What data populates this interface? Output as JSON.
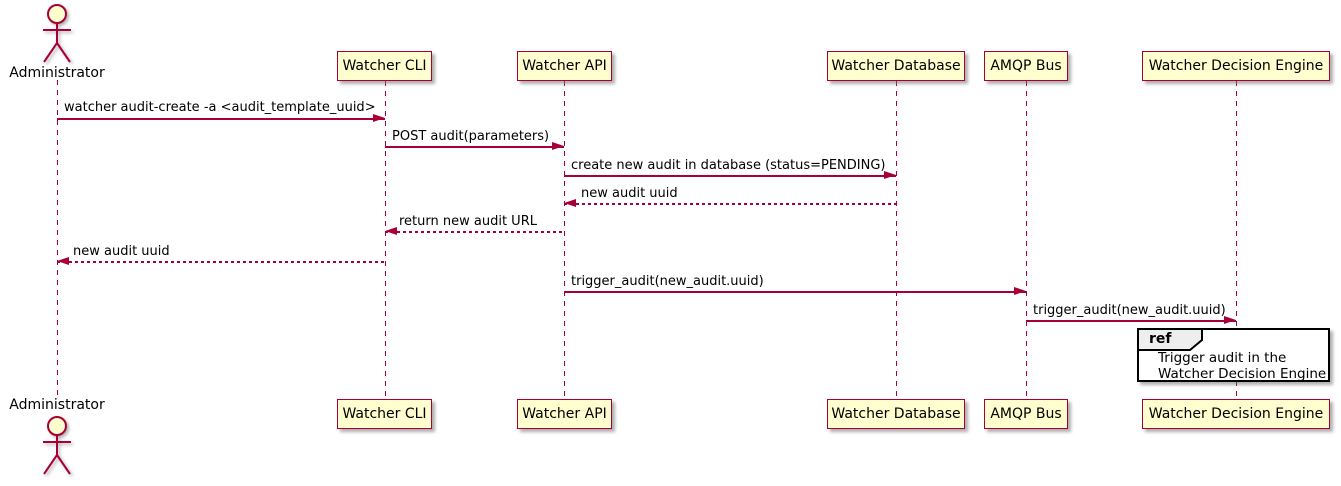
{
  "diagram": {
    "type": "sequence",
    "actor": {
      "name": "Administrator"
    },
    "participants": [
      {
        "name": "Watcher CLI"
      },
      {
        "name": "Watcher API"
      },
      {
        "name": "Watcher Database"
      },
      {
        "name": "AMQP Bus"
      },
      {
        "name": "Watcher Decision Engine"
      }
    ],
    "messages": [
      {
        "from": "Administrator",
        "to": "Watcher CLI",
        "label": "watcher audit-create -a <audit_template_uuid>",
        "style": "solid"
      },
      {
        "from": "Watcher CLI",
        "to": "Watcher API",
        "label": "POST audit(parameters)",
        "style": "solid"
      },
      {
        "from": "Watcher API",
        "to": "Watcher Database",
        "label": "create new audit in database (status=PENDING)",
        "style": "solid"
      },
      {
        "from": "Watcher Database",
        "to": "Watcher API",
        "label": "new audit uuid",
        "style": "dashed"
      },
      {
        "from": "Watcher API",
        "to": "Watcher CLI",
        "label": "return new audit URL",
        "style": "dashed"
      },
      {
        "from": "Watcher CLI",
        "to": "Administrator",
        "label": "new audit uuid",
        "style": "dashed"
      },
      {
        "from": "Watcher API",
        "to": "AMQP Bus",
        "label": "trigger_audit(new_audit.uuid)",
        "style": "solid"
      },
      {
        "from": "AMQP Bus",
        "to": "Watcher Decision Engine",
        "label": "trigger_audit(new_audit.uuid)",
        "style": "solid"
      }
    ],
    "ref": {
      "keyword": "ref",
      "line1": "Trigger audit in the",
      "line2": "Watcher Decision Engine"
    },
    "colors": {
      "line": "#A80036",
      "participant_fill": "#FEFECE",
      "participant_border": "#A80036",
      "ref_border": "#000000",
      "ref_header_fill": "#EEEEEE",
      "text": "#000000",
      "background": "#FFFFFF"
    }
  }
}
